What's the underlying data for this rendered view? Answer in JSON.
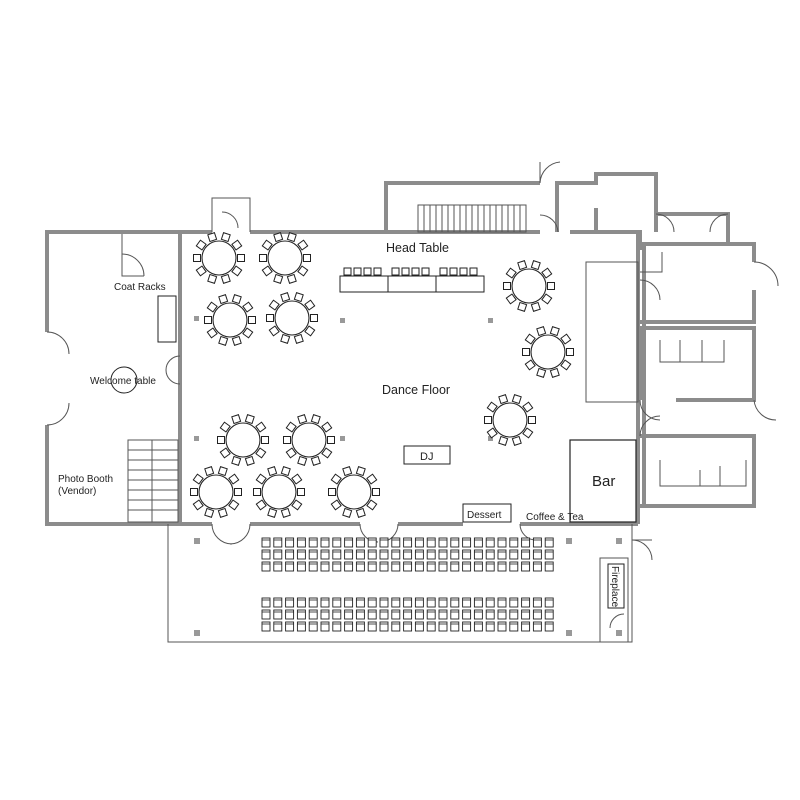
{
  "labels": {
    "head_table": "Head Table",
    "coat_racks": "Coat Racks",
    "welcome_table": "Welcome table",
    "dance_floor": "Dance Floor",
    "dj": "DJ",
    "photo_booth_line1": "Photo Booth",
    "photo_booth_line2": "(Vendor)",
    "bar": "Bar",
    "dessert": "Dessert",
    "coffee_tea": "Coffee & Tea",
    "fireplace": "Fireplace"
  },
  "colors": {
    "wall": "#8c8c8c",
    "line": "#555555",
    "furniture": "#222222",
    "square": "#999999"
  }
}
